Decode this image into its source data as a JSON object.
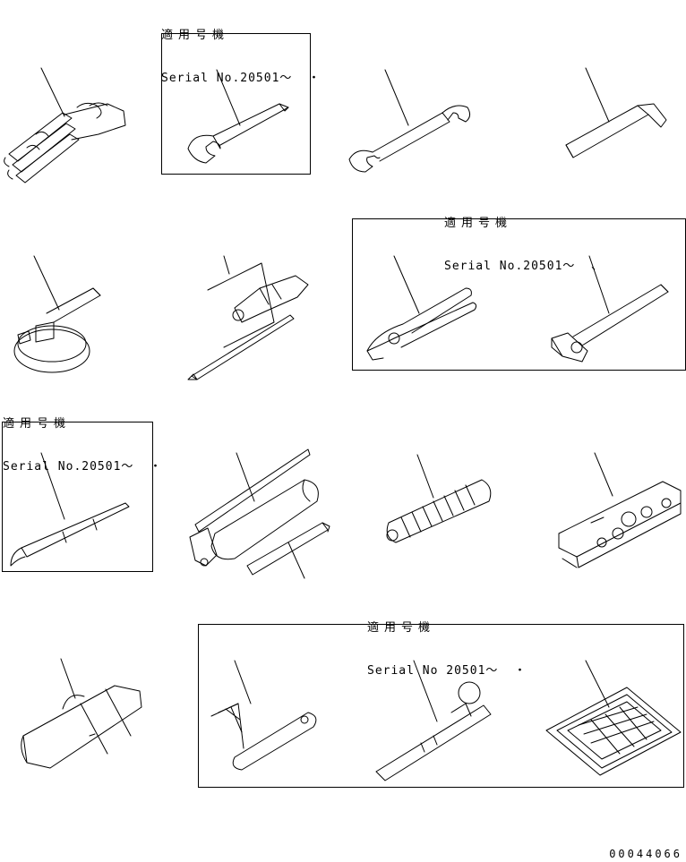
{
  "notes": [
    {
      "jp": "適用号機",
      "serial": "Serial No.20501～  ・"
    },
    {
      "jp": "適用号機",
      "serial": "Serial No.20501～  、"
    },
    {
      "jp": "適用号機",
      "serial": "Serial No.20501～  ・"
    },
    {
      "jp": "適用号機",
      "serial": "Serial No 20501～  ・"
    }
  ],
  "document_number": "00044066",
  "tools": [
    "wrench-set",
    "open-end-wrench",
    "double-open-wrench",
    "hex-key",
    "filter-wrench",
    "screwdriver",
    "pliers",
    "socket-handle",
    "pry-bar",
    "grease-gun",
    "grease-hose",
    "socket-set-case",
    "tool-bag",
    "feeler-gauge",
    "grease-pump-nozzle",
    "reference-card"
  ]
}
